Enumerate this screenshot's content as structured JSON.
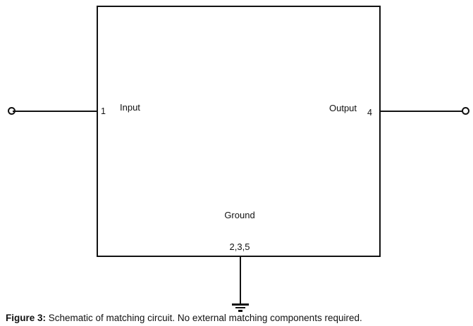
{
  "schematic": {
    "labels": {
      "input": "Input",
      "input_pin": "1",
      "output": "Output",
      "output_pin": "4",
      "ground": "Ground",
      "ground_pins": "2,3,5"
    },
    "caption": {
      "prefix": "Figure 3:",
      "text": " Schematic of matching circuit. No external matching components required."
    },
    "colors": {
      "line": "#111111",
      "background": "#ffffff"
    }
  }
}
